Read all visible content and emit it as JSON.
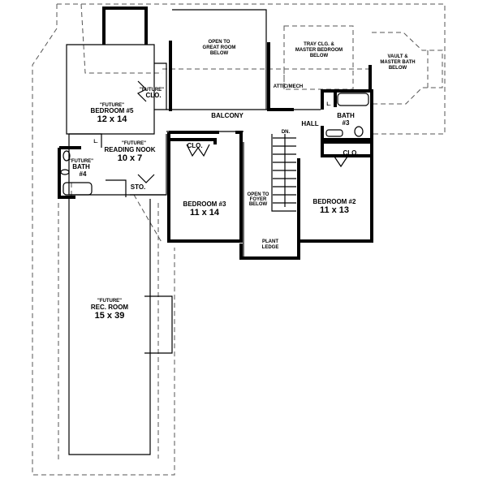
{
  "rooms": {
    "great_room": [
      "OPEN TO",
      "GREAT ROOM",
      "BELOW"
    ],
    "tray": [
      "TRAY CLG. &",
      "MASTER BEDROOM",
      "BELOW"
    ],
    "vault": [
      "VAULT &",
      "MASTER BATH",
      "BELOW"
    ],
    "attic": "ATTIC/MECH",
    "future_clo": [
      "\"FUTURE\"",
      "CLO."
    ],
    "bedroom5": [
      "\"FUTURE\"",
      "BEDROOM #5",
      "12 x 14"
    ],
    "balcony": "BALCONY",
    "hall": "HALL",
    "bath3": [
      "BATH",
      "#3"
    ],
    "linen": "L.",
    "linen2": "L.",
    "clo_bed3": "CLO.",
    "clo_bed2": "CLO.",
    "reading_nook": [
      "\"FUTURE\"",
      "READING NOOK",
      "10 x 7"
    ],
    "bath4": [
      "\"FUTURE\"",
      "BATH",
      "#4"
    ],
    "sto": "STO.",
    "bedroom3": [
      "BEDROOM #3",
      "11 x 14"
    ],
    "open_foyer": [
      "OPEN TO",
      "FOYER",
      "BELOW"
    ],
    "dn": "DN.",
    "bedroom2": [
      "BEDROOM #2",
      "11 x 13"
    ],
    "plant_ledge": [
      "PLANT",
      "LEDGE"
    ],
    "rec_room": [
      "\"FUTURE\"",
      "REC. ROOM",
      "15 x 39"
    ]
  }
}
